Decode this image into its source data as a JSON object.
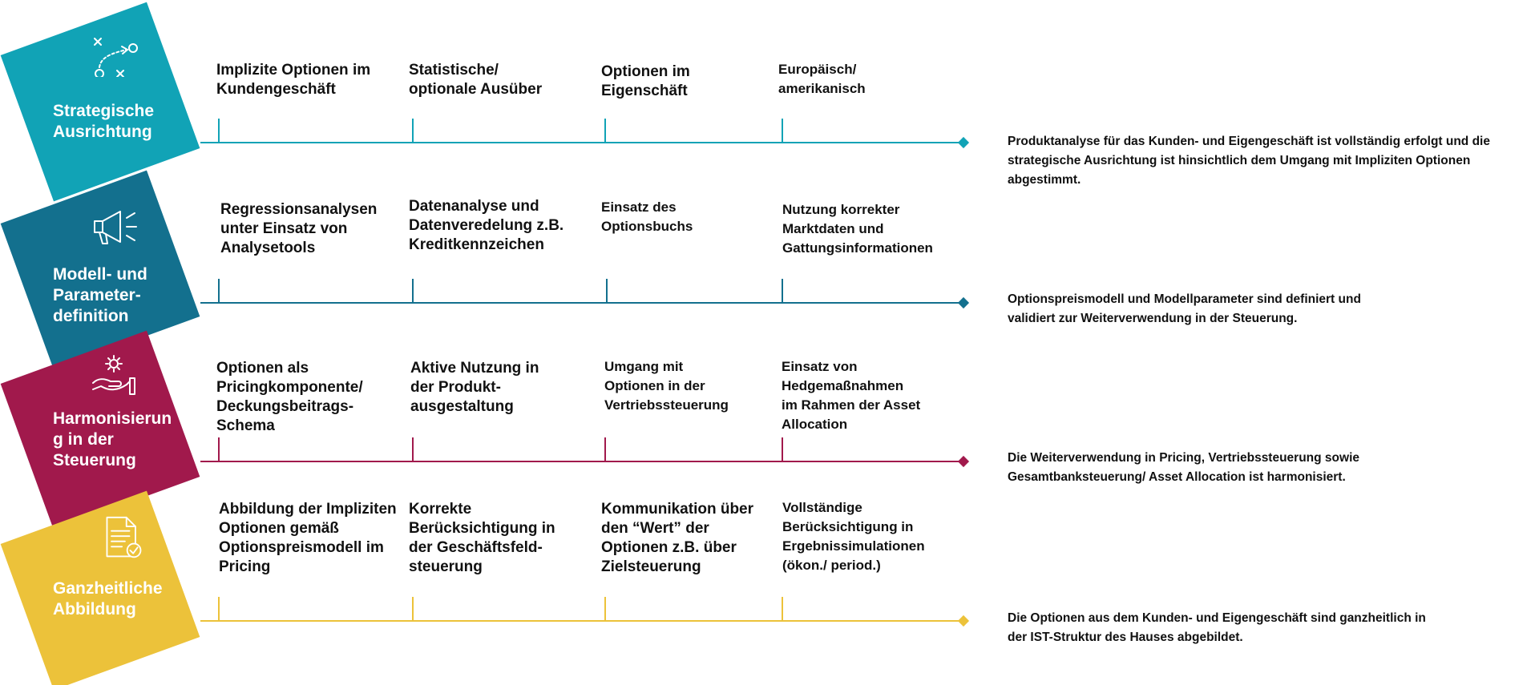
{
  "colors": {
    "strategie": "#11a3b6",
    "modell": "#13708e",
    "harmonisierung": "#a1194c",
    "ganzheitlich": "#ecc23a"
  },
  "rows": [
    {
      "label": "Strategische\nAusrichtung",
      "icon": "strategy-play-icon",
      "cells": [
        "Implizite Optionen im\nKundengeschäft",
        "Statistische/\noptionale Ausüber",
        "Optionen im\nEigenschäft",
        "Europäisch/\namerikanisch"
      ],
      "summary": "Produktanalyse für das Kunden- und Eigengeschäft ist vollständig erfolgt und die\nstrategische Ausrichtung ist hinsichtlich dem Umgang mit Impliziten Optionen\nabgestimmt."
    },
    {
      "label": "Modell- und\nParameter-\ndefinition",
      "icon": "megaphone-icon",
      "cells": [
        "Regressionsanalysen\nunter Einsatz von\nAnalysetools",
        "Datenanalyse und\nDatenveredelung z.B.\nKreditkennzeichen",
        "Einsatz des\nOptionsbuchs",
        "Nutzung korrekter\nMarktdaten und\nGattungsinformationen"
      ],
      "summary": "Optionspreismodell und Modellparameter sind definiert und\nvalidiert zur Weiterverwendung in der Steuerung."
    },
    {
      "label": "Harmonisierun\ng in der\nSteuerung",
      "icon": "hand-gear-icon",
      "cells": [
        "Optionen als\nPricingkomponente/\nDeckungsbeitrags-\nSchema",
        "Aktive Nutzung in\nder Produkt-\nausgestaltung",
        "Umgang mit\nOptionen in der\nVertriebssteuerung",
        "Einsatz von\nHedgemaßnahmen\nim Rahmen der Asset\nAllocation"
      ],
      "summary": "Die Weiterverwendung in Pricing, Vertriebssteuerung sowie\nGesamtbanksteuerung/ Asset Allocation ist harmonisiert."
    },
    {
      "label": "Ganzheitliche\nAbbildung",
      "icon": "document-check-icon",
      "cells": [
        "Abbildung der Impliziten\nOptionen gemäß\nOptionspreismodell im\nPricing",
        "Korrekte\nBerücksichtigung in\nder Geschäftsfeld-\nsteuerung",
        "Kommunikation über\nden “Wert” der\nOptionen z.B. über\nZielsteuerung",
        "Vollständige\nBerücksichtigung in\nErgebnissimulationen\n(ökon./ period.)"
      ],
      "summary": "Die Optionen aus dem Kunden- und Eigengeschäft sind ganzheitlich in\nder IST-Struktur des Hauses abgebildet."
    }
  ]
}
